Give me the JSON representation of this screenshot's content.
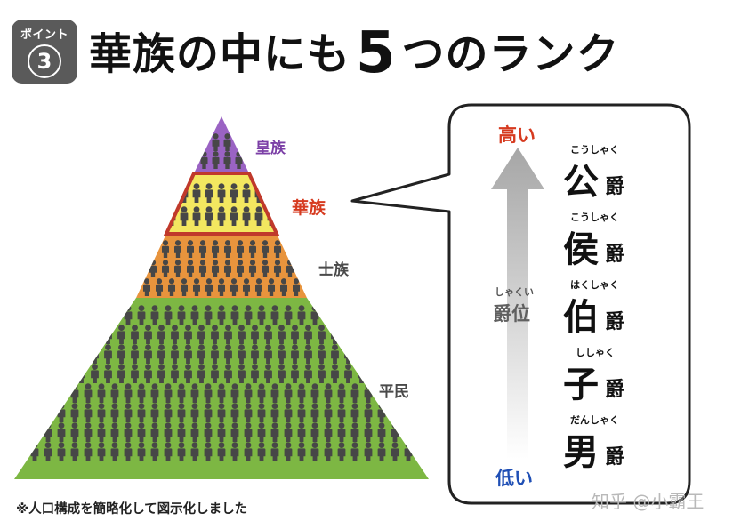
{
  "header": {
    "badge_label": "ポイント",
    "badge_number": "3",
    "title_part1": "華族の中にも",
    "title_number": "5",
    "title_part2": "つのランク"
  },
  "pyramid": {
    "tiers": [
      {
        "name": "皇族",
        "color": "#9a63c3",
        "label_color": "#7b3fa6"
      },
      {
        "name": "華族",
        "color": "#f3e760",
        "label_color": "#d63a1f",
        "highlight": "#c0392b"
      },
      {
        "name": "士族",
        "color": "#e8943d",
        "label_color": "#4a4a4a"
      },
      {
        "name": "平民",
        "color": "#7db743",
        "label_color": "#4a4a4a"
      }
    ],
    "figure_color": "#474747"
  },
  "ranks": {
    "high_label": "高い",
    "low_label": "低い",
    "high_color": "#d63a1f",
    "low_color": "#1f4fb5",
    "axis_ruby": "しゃくい",
    "axis_label": "爵位",
    "items": [
      {
        "ruby": "こうしゃく",
        "char": "公",
        "suffix": "爵"
      },
      {
        "ruby": "こうしゃく",
        "char": "侯",
        "suffix": "爵"
      },
      {
        "ruby": "はくしゃく",
        "char": "伯",
        "suffix": "爵"
      },
      {
        "ruby": "ししゃく",
        "char": "子",
        "suffix": "爵"
      },
      {
        "ruby": "だんしゃく",
        "char": "男",
        "suffix": "爵"
      }
    ]
  },
  "footnote": "※人口構成を簡略化して図示化しました",
  "watermark": "知乎 @小霸王"
}
